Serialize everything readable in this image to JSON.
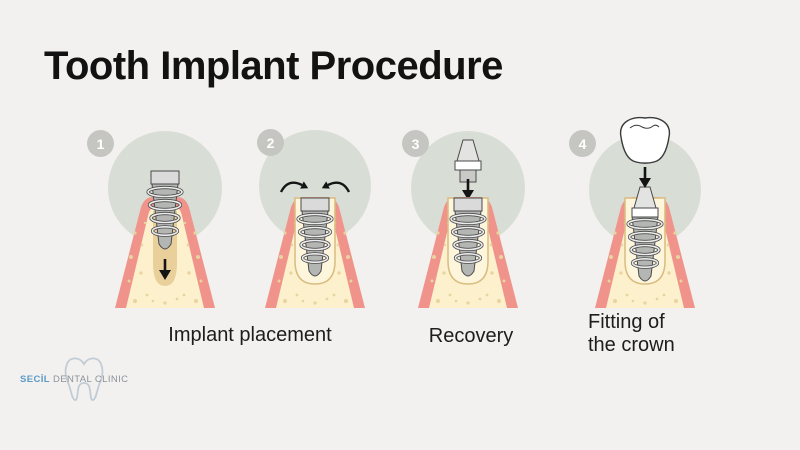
{
  "title": "Tooth Implant Procedure",
  "steps": [
    {
      "number": "1",
      "icon": "implant-screw-insertion-illustration"
    },
    {
      "number": "2",
      "icon": "implant-screwed-in-gum-illustration"
    },
    {
      "number": "3",
      "icon": "abutment-placement-illustration"
    },
    {
      "number": "4",
      "icon": "crown-fitting-illustration"
    }
  ],
  "labels": {
    "implant_placement": "Implant placement",
    "recovery": "Recovery",
    "fitting_crown": "Fitting of the crown"
  },
  "logo": {
    "brand": "SECİL",
    "suffix": "DENTAL CLINIC"
  },
  "colors": {
    "background": "#f2f1ef",
    "step_circle": "#d8ded5",
    "badge": "#c5c6c2",
    "badge_text": "#ffffff",
    "gum_outer": "#f0938b",
    "gum_inner": "#fcf0cd",
    "gum_speckle": "#e8d4a0",
    "gum_hole": "#e9d09a",
    "socket_fill": "#fdf5dc",
    "socket_rim": "#d9bc80",
    "implant_body": "#b4b6b4",
    "implant_thread": "#ececec",
    "implant_cap": "#dadada",
    "outline": "#4a4a4a",
    "arrow": "#141414",
    "title_text": "#121212",
    "label_text": "#1d1d1d",
    "brand_blue": "#5e9ac7",
    "brand_gray": "#8d939b",
    "tooth_outline": "#c2ccd6"
  }
}
